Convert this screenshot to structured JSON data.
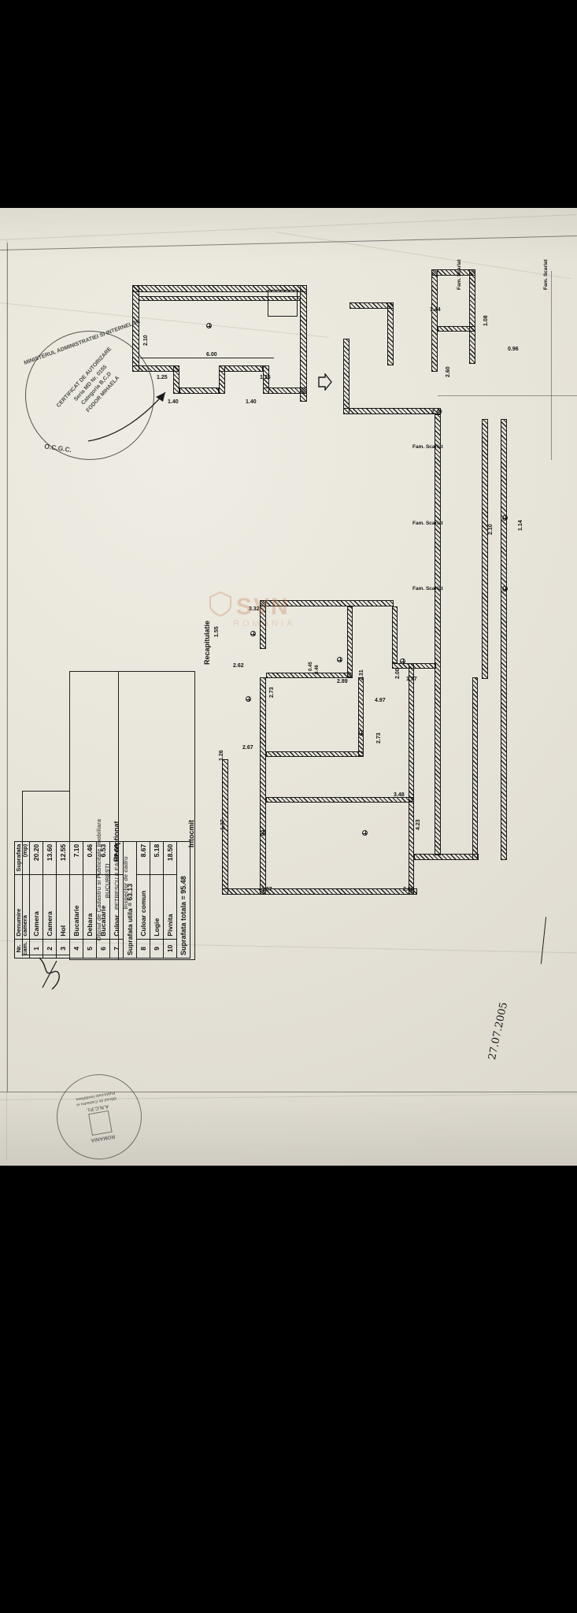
{
  "document": {
    "type": "cadastral-floor-plan-photo",
    "table_title": "Recapitulatie",
    "columns": [
      "Nr. cam.",
      "Denumire camera",
      "Suprafata (mp)"
    ],
    "column_header_nr": "Nr.",
    "column_header_nr2": "cam.",
    "column_header_name": "Denumire",
    "column_header_name2": "camera",
    "column_header_area": "Suprafata",
    "column_header_area2": "(mp)",
    "rows": [
      {
        "nr": "1",
        "name": "Camera",
        "area": "20.20"
      },
      {
        "nr": "2",
        "name": "Camera",
        "area": "13.60"
      },
      {
        "nr": "3",
        "name": "Hol",
        "area": "12.55"
      },
      {
        "nr": "4",
        "name": "Bucatarie",
        "area": "7.10"
      },
      {
        "nr": "5",
        "name": "Debara",
        "area": "0.46"
      },
      {
        "nr": "6",
        "name": "Bucatarie",
        "area": "6.53"
      },
      {
        "nr": "7",
        "name": "Culoar",
        "area": "2.69"
      }
    ],
    "subtotal_label": "Suprafata utila = 63.13",
    "rows_after": [
      {
        "nr": "8",
        "name": "Culoar comun",
        "area": "8.67"
      },
      {
        "nr": "9",
        "name": "Logie",
        "area": "5.18"
      },
      {
        "nr": "10",
        "name": "Pivnita",
        "area": "18.50"
      }
    ],
    "total_label": "Suprafata totala = 95.48",
    "signature_box_left": "Intocmit",
    "signature_box_right": "Receptionat",
    "office_stamp_lines": [
      "Oficiul de Cadastru si Publicitate Imobiliara",
      "BUCURESTI",
      "PETRESCU ILEANA",
      "Inspector de cadru"
    ],
    "ministry_stamp_lines": [
      "MINISTERUL ADMINISTRATIEI SI INTERNELOR",
      "CERTIFICAT DE AUTORIZARE",
      "Seria MD Nr. 0155",
      "Categoria B,C,D",
      "FODOR MIHAELA",
      "O.C.G.C."
    ],
    "bottom_stamp_lines": [
      "ROMANIA",
      "A.N.C.P.I.",
      "Oficiul de Cadastru si",
      "Publicitate Imobiliara"
    ],
    "handwritten_date": "27.07.2005",
    "watermark": "SVN",
    "watermark_sub": "ROMANIA"
  },
  "plan": {
    "dimensions_top": [
      {
        "v": "2.10"
      },
      {
        "v": "6.00"
      },
      {
        "v": "1.25"
      },
      {
        "v": "1.40"
      },
      {
        "v": "1.25"
      },
      {
        "v": "1.40"
      }
    ],
    "dimensions_right": [
      {
        "v": "1.44"
      },
      {
        "v": "1.08"
      },
      {
        "v": "0.96"
      },
      {
        "v": "2.60"
      },
      {
        "v": "2.40"
      },
      {
        "v": "1.14"
      },
      {
        "v": "2.10"
      },
      {
        "v": "1.37"
      },
      {
        "v": "2.31"
      },
      {
        "v": "2.00"
      },
      {
        "v": "2.73"
      },
      {
        "v": "2.80"
      },
      {
        "v": "4.97"
      },
      {
        "v": "3.48"
      },
      {
        "v": "4.23"
      }
    ],
    "dimensions_mid": [
      {
        "v": "3.32"
      },
      {
        "v": "1.55"
      },
      {
        "v": "2.62"
      },
      {
        "v": "2.73"
      },
      {
        "v": "2.67"
      },
      {
        "v": "1.26"
      },
      {
        "v": "1.37"
      },
      {
        "v": "3.87"
      },
      {
        "v": "2.89"
      },
      {
        "v": "0.45"
      },
      {
        "v": "0.46"
      }
    ],
    "neighbour_labels": [
      {
        "t": "Fam. Scarlat"
      },
      {
        "t": "Fam. Scarlat"
      },
      {
        "t": "Fam. Scarlat"
      },
      {
        "t": "Fam. Scarlat"
      },
      {
        "t": "Fam. Scarlat"
      }
    ]
  }
}
